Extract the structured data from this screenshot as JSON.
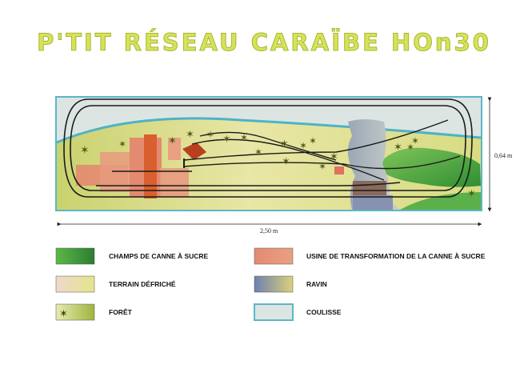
{
  "title": "P'TIT RÉSEAU CARAÏBE HOn30",
  "dimensions": {
    "width": "2,50 m",
    "height": "0,64 m"
  },
  "legend": [
    {
      "label": "CHAMPS DE CANNE À SUCRE",
      "color": "#3aa038"
    },
    {
      "label": "TERRAIN DÉFRICHÉ",
      "color": "#e8e2a0"
    },
    {
      "label": "FORÊT",
      "color": "#c7d56a"
    },
    {
      "label": "USINE DE TRANSFORMATION DE LA CANNE À SUCRE",
      "color": "#e38a70"
    },
    {
      "label": "RAVIN",
      "color": "#7b86a8"
    },
    {
      "label": "COULISSE",
      "color": "#dde5e3"
    }
  ],
  "colors": {
    "frame": "#5ab8c4",
    "cane_field": "#3aa038",
    "factory": "#e38a70",
    "ravine": "#7b86a8",
    "title": "#d6e25a"
  }
}
